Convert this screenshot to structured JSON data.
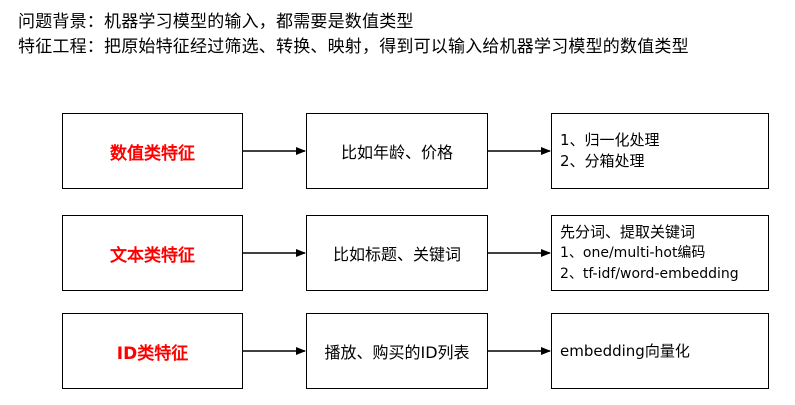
{
  "intro": {
    "background": "问题背景：机器学习模型的输入，都需要是数值类型",
    "feature_engineering": "特征工程：把原始特征经过筛选、转换、映射，得到可以输入给机器学习模型的数值类型"
  },
  "rows": [
    {
      "category": "数值类特征",
      "example": "比如年龄、价格",
      "methods": [
        "1、归一化处理",
        "2、分箱处理"
      ]
    },
    {
      "category": "文本类特征",
      "example": "比如标题、关键词",
      "methods": [
        "先分词、提取关键词",
        "1、one/multi-hot编码",
        "2、tf-idf/word-embedding"
      ]
    },
    {
      "category": "ID类特征",
      "example": "播放、购买的ID列表",
      "methods": [
        "embedding向量化"
      ]
    }
  ],
  "colors": {
    "category_text": "#ff0000",
    "border": "#000000",
    "background": "#ffffff"
  }
}
